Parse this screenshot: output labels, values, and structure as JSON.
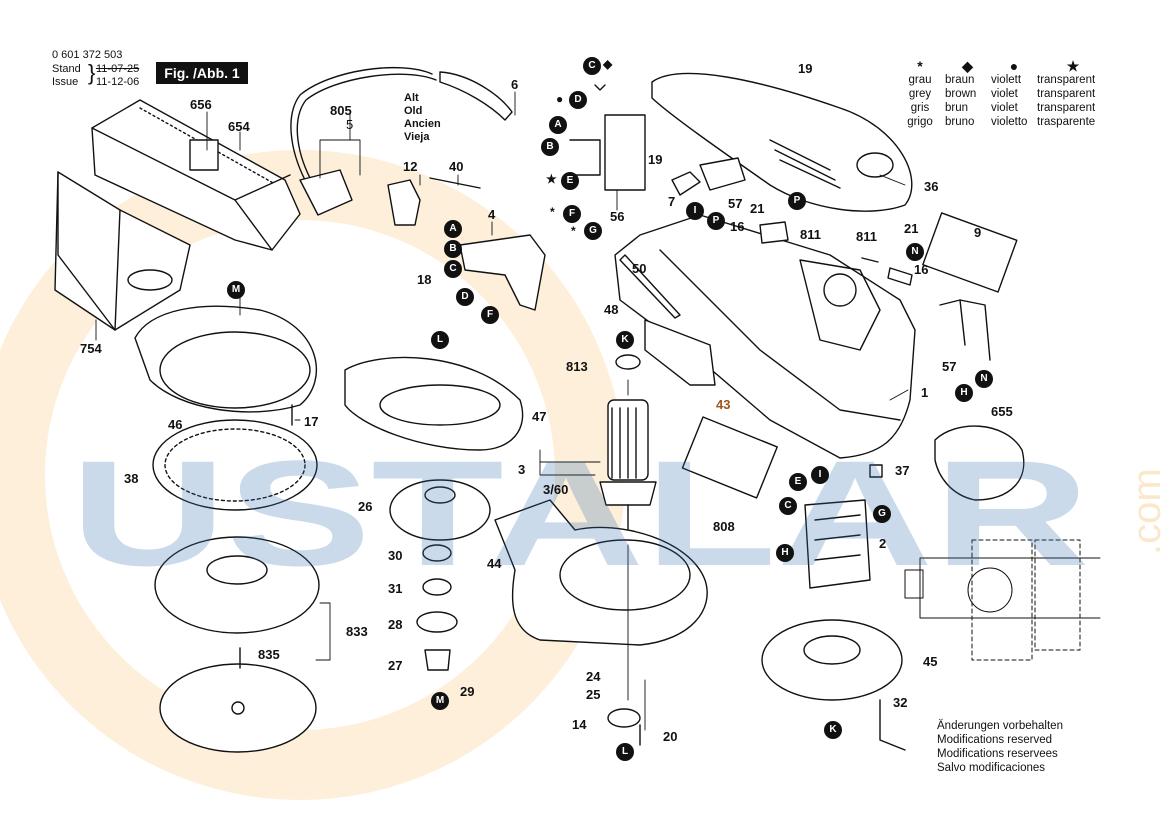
{
  "header": {
    "doc_number": "0 601 372 503",
    "stand_label": "Stand",
    "issue_label": "Issue",
    "old_date": "11-07-25",
    "new_date": "11-12-06",
    "figure_label": "Fig. /Abb. 1"
  },
  "alt_column": [
    "Alt",
    "Old",
    "Ancien",
    "Vieja"
  ],
  "color_legend": {
    "columns": [
      {
        "symbol": "*",
        "names": [
          "grau",
          "grey",
          "gris",
          "grigo"
        ]
      },
      {
        "symbol": "◆",
        "names": [
          "braun",
          "brown",
          "brun",
          "bruno"
        ]
      },
      {
        "symbol": "●",
        "names": [
          "violett",
          "violet",
          "violet",
          "violetto"
        ]
      },
      {
        "symbol": "★",
        "names": [
          "transparent",
          "transparent",
          "transparent",
          "trasparente"
        ]
      }
    ]
  },
  "note_lines": [
    "Änderungen vorbehalten",
    "Modifications reserved",
    "Modifications reservees",
    "Salvo modificaciones"
  ],
  "part_numbers": {
    "p656": "656",
    "p654": "654",
    "p754": "754",
    "p805": "805",
    "p5": "5",
    "p6": "6",
    "p12": "12",
    "p40": "40",
    "p4": "4",
    "p18": "18",
    "p56": "56",
    "p19a": "19",
    "p7": "7",
    "p57a": "57",
    "p19b": "19",
    "p36": "36",
    "p21a": "21",
    "p16a": "16",
    "p811a": "811",
    "p811b": "811",
    "p21b": "21",
    "p16b": "16",
    "p9": "9",
    "p50": "50",
    "p48": "48",
    "p57b": "57",
    "p1": "1",
    "p655": "655",
    "p43": "43",
    "p37": "37",
    "p808": "808",
    "p2": "2",
    "p813": "813",
    "p3": "3",
    "p3_60": "3/60",
    "p47": "47",
    "p46": "46",
    "p17": "17",
    "p38": "38",
    "p26": "26",
    "p44": "44",
    "p30": "30",
    "p31": "31",
    "p28": "28",
    "p27": "27",
    "p29": "29",
    "p833": "833",
    "p835": "835",
    "p24": "24",
    "p25": "25",
    "p14": "14",
    "p20": "20",
    "p45": "45",
    "p32": "32"
  },
  "ref_letters": {
    "C1": "C",
    "D1": "D",
    "A1": "A",
    "B1": "B",
    "E1": "E",
    "F1": "F",
    "G1": "G",
    "A2": "A",
    "B2": "B",
    "C2": "C",
    "D2": "D",
    "F2": "F",
    "I1": "I",
    "P1": "P",
    "P2": "P",
    "N1": "N",
    "N2": "N",
    "H1": "H",
    "M1": "M",
    "L1": "L",
    "K1": "K",
    "E2": "E",
    "I2": "I",
    "C3": "C",
    "G2": "G",
    "H2": "H",
    "M2": "M",
    "L2": "L",
    "K2": "K"
  },
  "markers": {
    "diamond": "◆",
    "dot": "●",
    "star": "★",
    "asterisk": "*"
  },
  "watermark": {
    "text": "USTALAR",
    "suffix": ".com"
  },
  "colors": {
    "ink": "#111111",
    "watermark_blue": "#2f6fae",
    "watermark_orange": "#f2a531"
  }
}
